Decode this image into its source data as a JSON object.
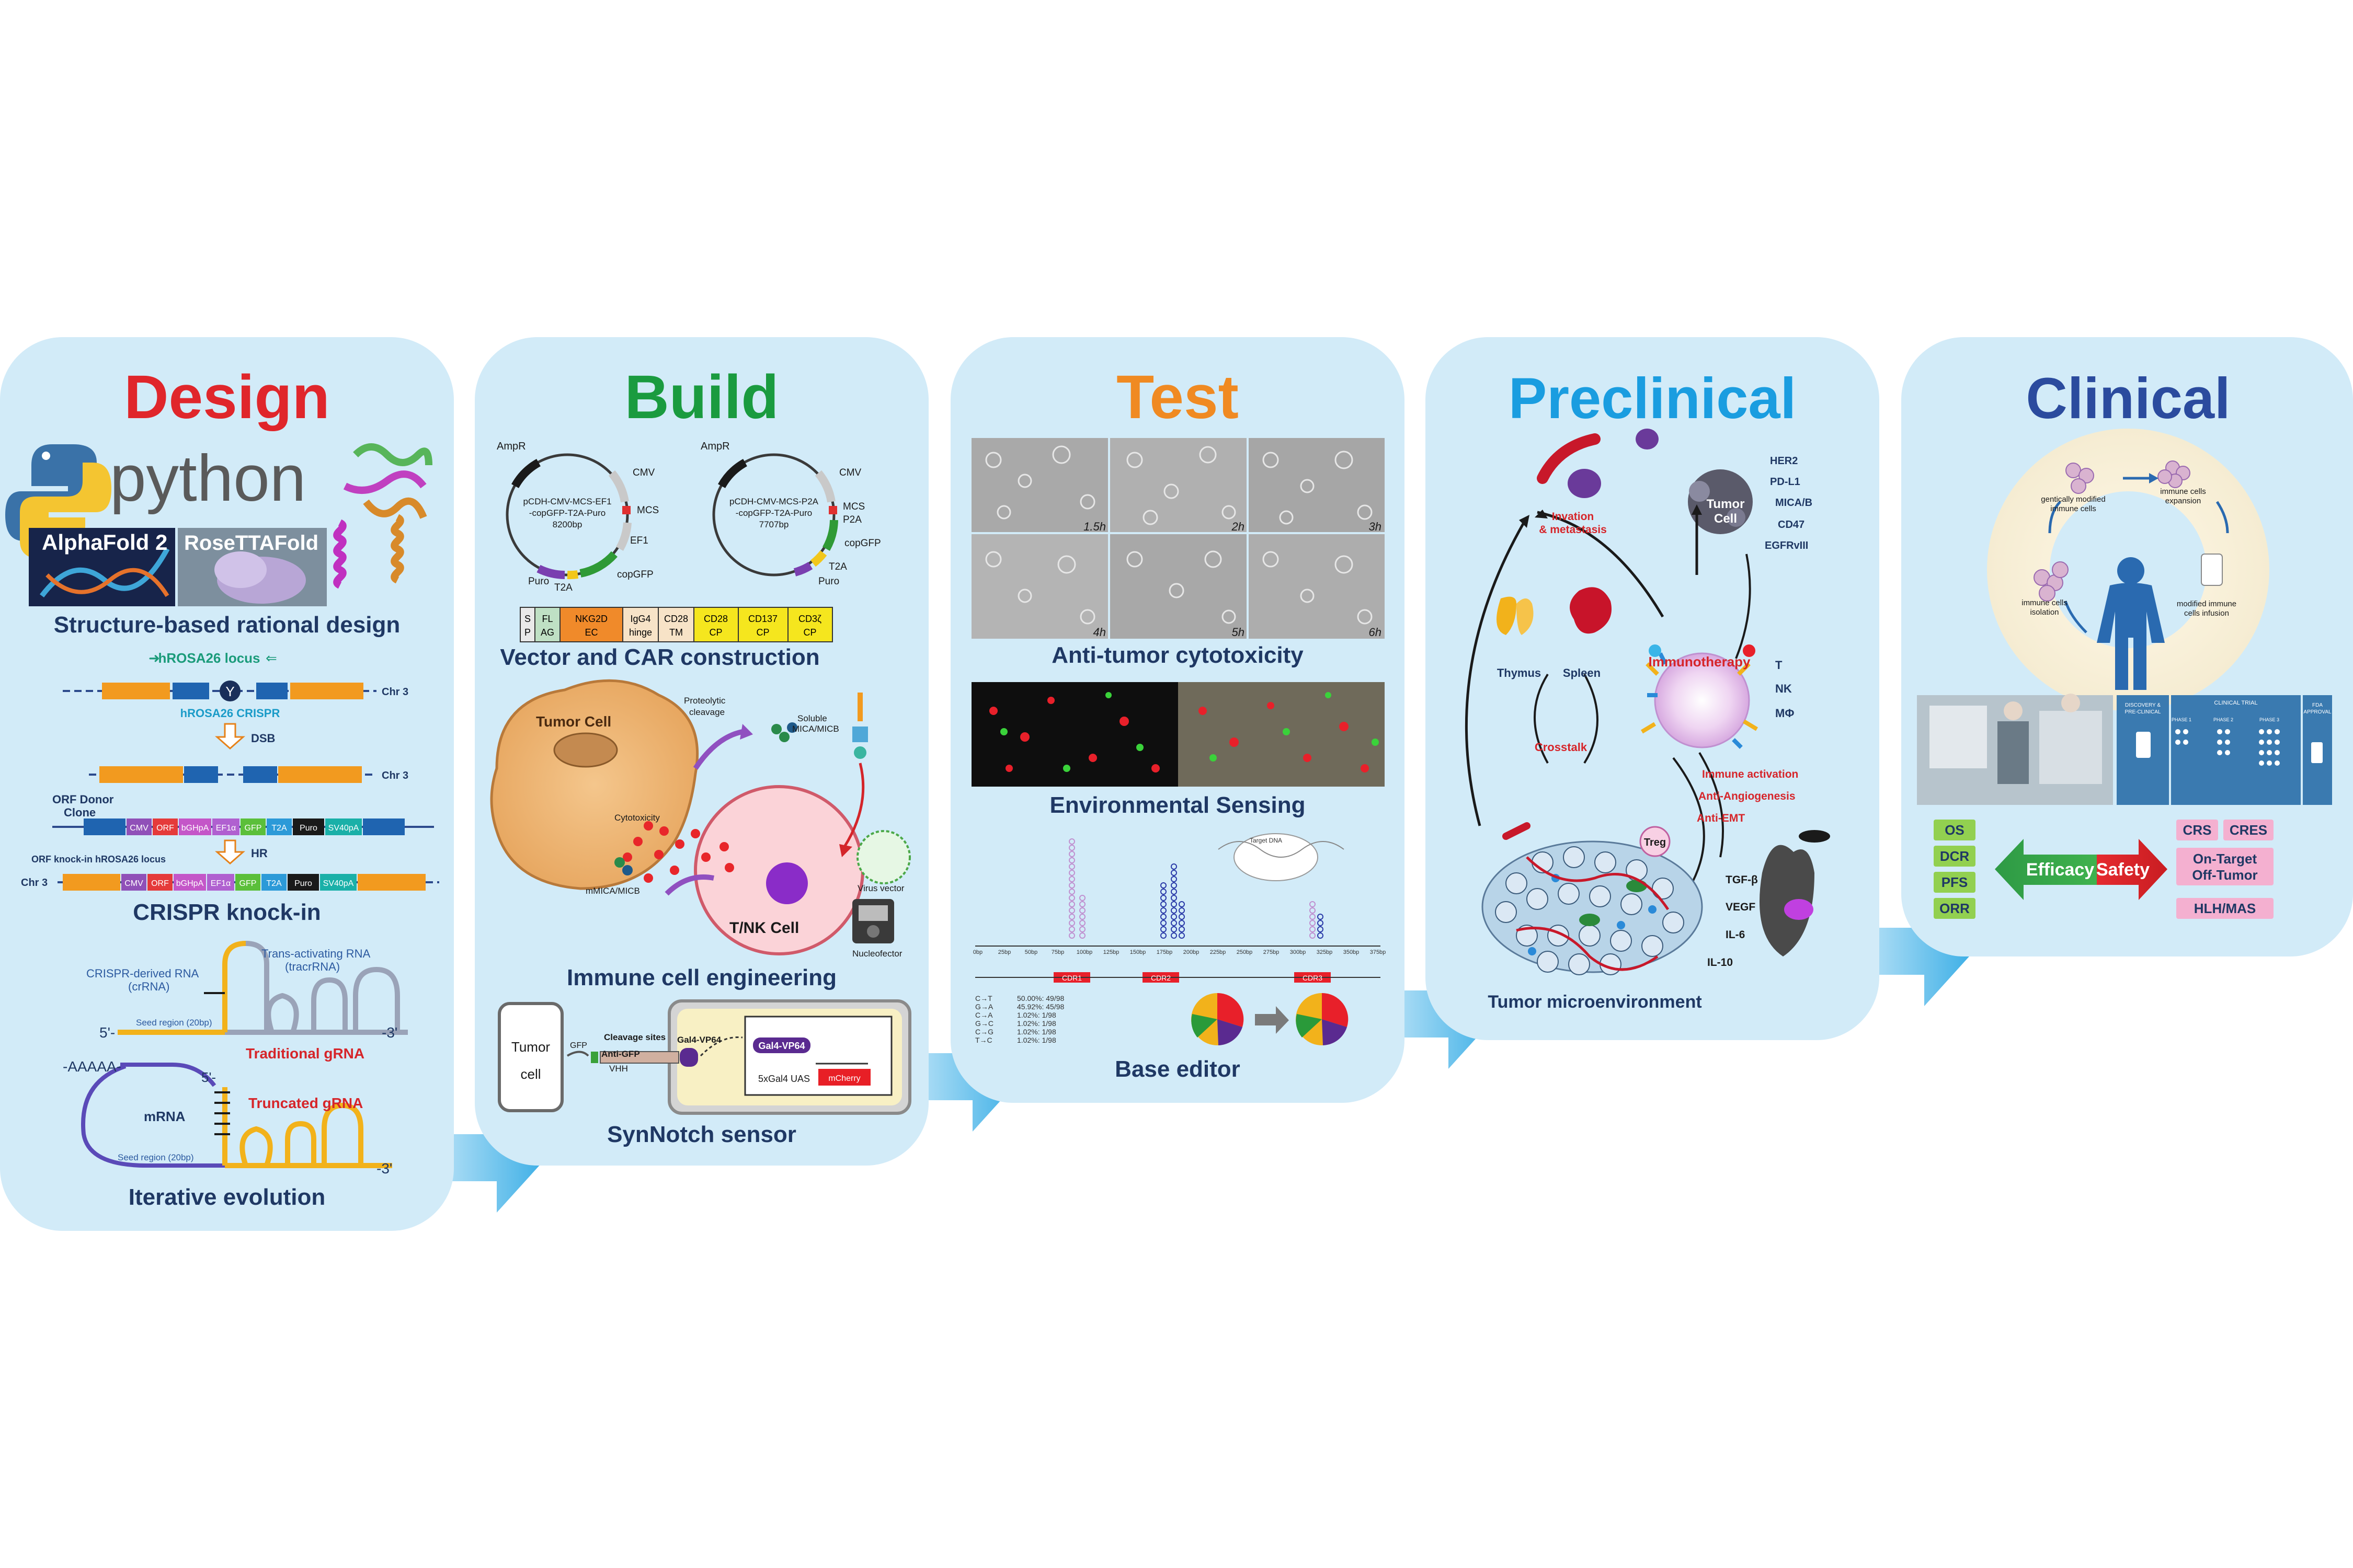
{
  "colors": {
    "panel_bg": "#d2ebf8",
    "arrow": "#4fb8e8",
    "design": "#e0262b",
    "build": "#1a9b3f",
    "test": "#f08a22",
    "preclinical": "#1a9de0",
    "clinical": "#2b4b9e",
    "caption": "#1f3864"
  },
  "panels": {
    "design": {
      "title": "Design",
      "python_text": "python",
      "alphafold": "AlphaFold 2",
      "rosettafold": "RoseTTAFold",
      "cap1": "Structure-based rational design",
      "locus": "hROSA26 locus",
      "crispr_label": "hROSA26 CRISPR",
      "chr3": "Chr 3",
      "dsb": "DSB",
      "donor": "ORF Donor",
      "clone": "Clone",
      "hr": "HR",
      "knockin_locus": "ORF knock-in hROSA26 locus",
      "cassette": [
        "CMV",
        "ORF",
        "bGHpA",
        "EF1α",
        "GFP",
        "T2A",
        "Puro",
        "SV40pA"
      ],
      "cap2": "CRISPR knock-in",
      "crrna": "CRISPR-derived RNA",
      "crrna2": "(crRNA)",
      "tracr": "Trans-activating RNA",
      "tracr2": "(tracrRNA)",
      "five": "5'-",
      "three": "-3'",
      "seed1": "Seed region (20bp)",
      "traditional": "Traditional gRNA",
      "polyA": "-AAAAA-",
      "five2": "5'-",
      "mrna": "mRNA",
      "truncated": "Truncated gRNA",
      "seed2": "Seed region (20bp)",
      "three2": "-3'",
      "cap3": "Iterative evolution"
    },
    "build": {
      "title": "Build",
      "ampr1": "AmpR",
      "plasmid1_name": "pCDH-CMV-MCS-EF1",
      "plasmid1_sub": "-copGFP-T2A-Puro",
      "plasmid1_bp": "8200bp",
      "p1_labels": [
        "CMV",
        "MCS",
        "EF1",
        "copGFP",
        "T2A",
        "Puro"
      ],
      "ampr2": "AmpR",
      "plasmid2_name": "pCDH-CMV-MCS-P2A",
      "plasmid2_sub": "-copGFP-T2A-Puro",
      "plasmid2_bp": "7707bp",
      "p2_labels": [
        "CMV",
        "MCS",
        "P2A",
        "copGFP",
        "T2A",
        "Puro"
      ],
      "car_segments": [
        {
          "top": "S",
          "bot": "P"
        },
        {
          "top": "FL",
          "bot": "AG"
        },
        {
          "top": "NKG2D",
          "bot": "EC"
        },
        {
          "top": "IgG4",
          "bot": "hinge"
        },
        {
          "top": "CD28",
          "bot": "TM"
        },
        {
          "top": "CD28",
          "bot": "CP"
        },
        {
          "top": "CD137",
          "bot": "CP"
        },
        {
          "top": "CD3ζ",
          "bot": "CP"
        }
      ],
      "cap1": "Vector and CAR construction",
      "tumor_cell": "Tumor Cell",
      "proteolytic": "Proteolytic",
      "cleavage": "cleavage",
      "soluble": "Soluble",
      "mica": "MICA/MICB",
      "cytotoxicity": "Cytotoxicity",
      "mmica": "mMICA/MICB",
      "tnk": "T/NK Cell",
      "virus": "Virus vector",
      "nucleofector": "Nucleofector",
      "cap2": "Immune cell engineering",
      "tumor": "Tumor",
      "cell": "cell",
      "gfp": "GFP",
      "antigfp": "Anti-GFP",
      "vhh": "VHH",
      "cleavage_sites": "Cleavage sites",
      "gal4_1": "Gal4-VP64",
      "gal4_2": "Gal4-VP64",
      "uas": "5xGal4 UAS",
      "mcherry": "mCherry",
      "cap3": "SynNotch sensor"
    },
    "test": {
      "title": "Test",
      "timepoints": [
        "1.5h",
        "2h",
        "3h",
        "4h",
        "5h",
        "6h"
      ],
      "cap1": "Anti-tumor cytotoxicity",
      "cap2": "Environmental Sensing",
      "target_dna": "Target DNA",
      "cdr": [
        "CDR1",
        "CDR2",
        "CDR3"
      ],
      "axis_ticks": [
        "0bp",
        "25bp",
        "50bp",
        "75bp",
        "100bp",
        "125bp",
        "150bp",
        "175bp",
        "200bp",
        "225bp",
        "250bp",
        "275bp",
        "300bp",
        "325bp",
        "350bp",
        "375bp"
      ],
      "mutations": [
        {
          "sub": "C→T",
          "val": "50.00%: 49/98"
        },
        {
          "sub": "G→A",
          "val": "45.92%: 45/98"
        },
        {
          "sub": "C→A",
          "val": "1.02%: 1/98"
        },
        {
          "sub": "G→C",
          "val": "1.02%: 1/98"
        },
        {
          "sub": "C→G",
          "val": "1.02%: 1/98"
        },
        {
          "sub": "T→C",
          "val": "1.02%: 1/98"
        }
      ],
      "cap3": "Base editor"
    },
    "preclinical": {
      "title": "Preclinical",
      "invasion": "Invation",
      "metastasis": "& metastasis",
      "tumor": "Tumor",
      "cell": "Cell",
      "antigens": [
        "HER2",
        "PD-L1",
        "MICA/B",
        "CD47",
        "EGFRvIII"
      ],
      "thymus": "Thymus",
      "spleen": "Spleen",
      "immunotherapy": "Immunotherapy",
      "cells": [
        "T",
        "NK",
        "MΦ"
      ],
      "crosstalk": "Crosstalk",
      "effects": [
        "Immune activation",
        "Anti-Angiogenesis",
        "Anti-EMT"
      ],
      "treg": "Treg",
      "cytokines": [
        "TGF-β",
        "VEGF",
        "IL-6",
        "IL-10"
      ],
      "cap": "Tumor microenvironment"
    },
    "clinical": {
      "title": "Clinical",
      "cycle": [
        "gentically modified",
        "immune cells",
        "immune cells",
        "expansion",
        "immune cells",
        "isolation",
        "modified immune",
        "cells infusion"
      ],
      "trial_headers": [
        "DISCOVERY &",
        "PRE-CLINICAL",
        "CLINICAL TRIAL",
        "FDA",
        "APPROVAL",
        "PHASE 1",
        "PHASE 2",
        "PHASE 3"
      ],
      "efficacy_tags": [
        "OS",
        "DCR",
        "PFS",
        "ORR"
      ],
      "efficacy": "Efficacy",
      "safety": "Safety",
      "safety_tags": [
        "CRS",
        "CRES",
        "On-Target",
        "Off-Tumor",
        "HLH/MAS"
      ]
    }
  }
}
